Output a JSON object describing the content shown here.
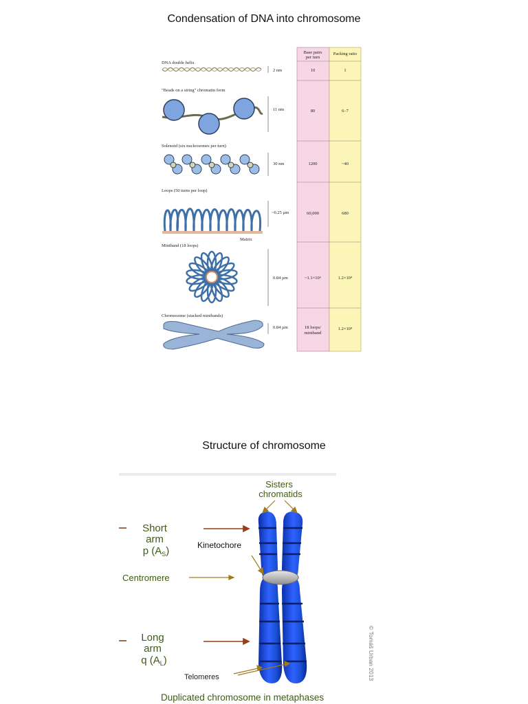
{
  "titles": {
    "top": "Condensation of DNA into chromosome",
    "bottom": "Structure of chromosome"
  },
  "table": {
    "header_bp": [
      "Base pairs",
      "per turn"
    ],
    "header_pr": "Packing ratio",
    "rows": [
      {
        "label": "DNA double helix",
        "size": "2 nm",
        "bp": "10",
        "ratio": "1"
      },
      {
        "label": "\"Beads on a string\" chromatin form",
        "size": "11 nm",
        "bp": "80",
        "ratio": "6–7"
      },
      {
        "label": "Solenoid (six nucleosomes per turn)",
        "size": "30 nm",
        "bp": "1200",
        "ratio": "~40"
      },
      {
        "label": "Loops (50 turns per loop)",
        "size": "~0.25 µm",
        "bp": "60,000",
        "ratio": "680"
      },
      {
        "label": "Miniband (18 loops)",
        "size": "0.84 µm",
        "bp": "~1.1×10⁶",
        "ratio": "1.2×10⁴"
      },
      {
        "label": "Chromosome (stacked minibands)",
        "size": "0.84 µm",
        "bp_line1": "18 loops/",
        "bp_line2": "miniband",
        "ratio": "1.2×10⁴"
      }
    ],
    "matrix_label": "Matrix",
    "colors": {
      "pink": "#f7d6e6",
      "yellow": "#fcf5b8",
      "dna": "#3d6fa8"
    }
  },
  "chromosome": {
    "sisters_line1": "Sisters",
    "sisters_line2": "chromatids",
    "short_arm_line1": "Short",
    "short_arm_line2": "arm",
    "short_arm_line3": "p (A",
    "short_arm_sub": "S",
    "kinetochore": "Kinetochore",
    "centromere": "Centromere",
    "long_arm_line1": "Long",
    "long_arm_line2": "arm",
    "long_arm_line3": "q (A",
    "long_arm_sub": "L",
    "telomeres": "Telomeres",
    "caption": "Duplicated chromosome in metaphases",
    "copyright": "© Tomáš Urban 2013",
    "colors": {
      "arrow": "#9a3d14",
      "label": "#3e5a16",
      "chromatid": "#1b4fd6"
    }
  }
}
